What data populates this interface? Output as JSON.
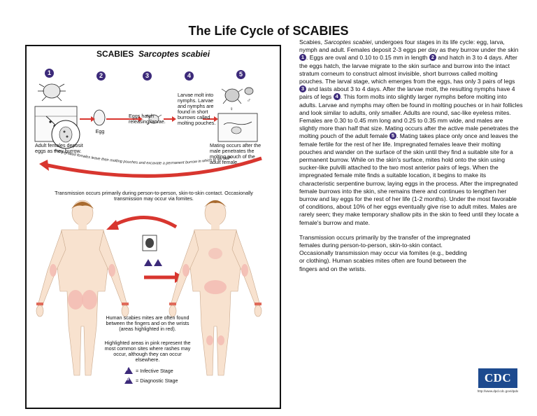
{
  "title": "The Life Cycle of SCABIES",
  "diagram": {
    "heading": "SCABIES",
    "heading_species": "Sarcoptes scabiei",
    "stage_numbers": [
      "1",
      "2",
      "3",
      "4",
      "5"
    ],
    "labels": {
      "adult_females": "Adult females deposit eggs as they burrow.",
      "egg": "Egg",
      "eggs_hatch": "Eggs hatch releasing larvae.",
      "larvae_molt": "Larvae molt into nymphs. Larvae and nymphs are found in short burrows called molting pouches.",
      "mating": "Mating occurs after the male penetrates the molting pouch of the adult female.",
      "impregnated": "Impregnated females leave their molting pouches and excavate a permanent burrow in which to lay eggs",
      "transmission": "Transmission occurs primarily during person-to-person, skin-to-skin contact. Occasionally transmission may occur via fomites.",
      "human_mites": "Human scabies mites are often found between the fingers and on the wrists (areas highlighted in red).",
      "highlighted": "Highlighted areas in pink represent the most common sites where rashes may occur, although they can occur elsewhere.",
      "infective": "= Infective Stage",
      "diagnostic": "= Diagnostic Stage",
      "infective_symbol": "i",
      "diagnostic_symbol": "d"
    }
  },
  "text": {
    "p1": [
      "Scabies, ",
      "Sarcoptes scabiei",
      ", undergoes four stages in its life cycle:  egg, larva, nymph and adult.  Females deposit 2-3 eggs per day as they burrow under the skin ",
      ".  Eggs are oval and 0.10 to 0.15 mm in length ",
      " and hatch in 3 to 4 days.  After the eggs hatch, the larvae migrate to the skin surface and burrow into the intact stratum corneum to construct almost invisible, short burrows called molting pouches.  The larval stage, which emerges from the eggs, has only 3 pairs of legs ",
      " and lasts about 3 to 4 days.  After the larvae molt, the resulting nymphs have 4 pairs of legs ",
      ".  This form molts into slightly larger nymphs before molting into adults.  Larvae and nymphs may often be found in molting pouches or in hair follicles and look similar to adults, only smaller.  Adults are round, sac-like eyeless mites. Females are 0.30 to 0.45 mm long and 0.25 to 0.35 mm wide, and males are slightly more than half that size.  Mating occurs after the active male penetrates the molting pouch of the adult female ",
      ".  Mating takes place only once and leaves the female fertile for the rest of her life.  Impregnated females leave their molting pouches and wander on the surface of the skin until they find a suitable site for a permanent burrow.  While on the skin's surface, mites hold onto the skin using sucker-like pulvilli attached to the two most anterior pairs of legs.  When the impregnated female mite finds a suitable location, it begins to make its characteristic serpentine burrow, laying eggs in the process.  After the impregnated female burrows into the skin, she remains there and continues to lengthen her burrow and lay eggs for the rest of her life (1-2 months).  Under the most favorable of conditions, about 10% of her eggs eventually give rise to adult mites.  Males are rarely seen; they make temporary shallow pits in the skin to feed until they locate a female's burrow and mate."
    ],
    "p2": "Transmission occurs primarily by the transfer of the impregnated females during person-to-person, skin-to-skin contact.  Occasionally transmission may occur via fomites (e.g., bedding or clothing).  Human scabies mites often are found between the fingers and on the wrists."
  },
  "logo": {
    "text": "CDC",
    "url": "http://www.dpd.cdc.gov/dpdx"
  },
  "colors": {
    "stage_circle": "#3c2a7a",
    "arrow": "#d8362f",
    "skin": "#f8e2cf",
    "highlight_pink": "#f2b9b0",
    "hair": "#a86a2e",
    "logo_blue": "#1d4a8f"
  }
}
